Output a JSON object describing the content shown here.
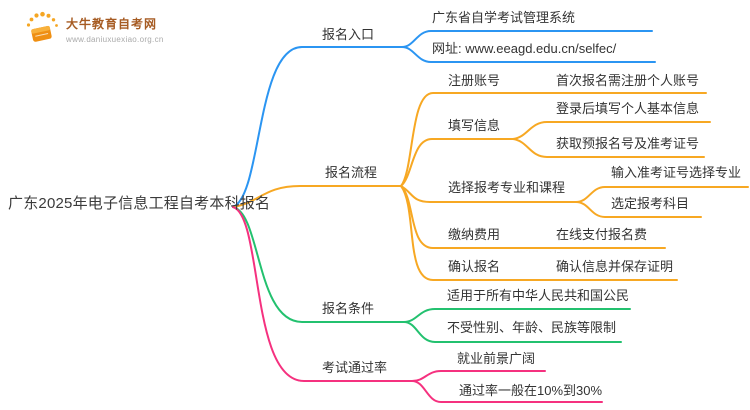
{
  "logo": {
    "site_name": "大牛教育自考网",
    "site_url": "www.daniuxuexiao.org.cn",
    "icon_color": "#ef8f12",
    "ray_color": "#f5a623"
  },
  "mindmap": {
    "root": "广东2025年电子信息工程自考本科报名",
    "branches": [
      {
        "label": "报名入口",
        "color": "#2b95f2",
        "children": [
          {
            "label": "广东省自学考试管理系统"
          },
          {
            "label": "网址: www.eeagd.edu.cn/selfec/"
          }
        ]
      },
      {
        "label": "报名流程",
        "color": "#f7a823",
        "children": [
          {
            "label": "注册账号",
            "children": [
              {
                "label": "首次报名需注册个人账号"
              }
            ]
          },
          {
            "label": "填写信息",
            "children": [
              {
                "label": "登录后填写个人基本信息"
              },
              {
                "label": "获取预报名号及准考证号"
              }
            ]
          },
          {
            "label": "选择报考专业和课程",
            "children": [
              {
                "label": "输入准考证号选择专业"
              },
              {
                "label": "选定报考科目"
              }
            ]
          },
          {
            "label": "缴纳费用",
            "children": [
              {
                "label": "在线支付报名费"
              }
            ]
          },
          {
            "label": "确认报名",
            "children": [
              {
                "label": "确认信息并保存证明"
              }
            ]
          }
        ]
      },
      {
        "label": "报名条件",
        "color": "#23c16f",
        "children": [
          {
            "label": "适用于所有中华人民共和国公民"
          },
          {
            "label": "不受性别、年龄、民族等限制"
          }
        ]
      },
      {
        "label": "考试通过率",
        "color": "#f5317f",
        "children": [
          {
            "label": "就业前景广阔"
          },
          {
            "label": "通过率一般在10%到30%"
          }
        ]
      }
    ]
  }
}
